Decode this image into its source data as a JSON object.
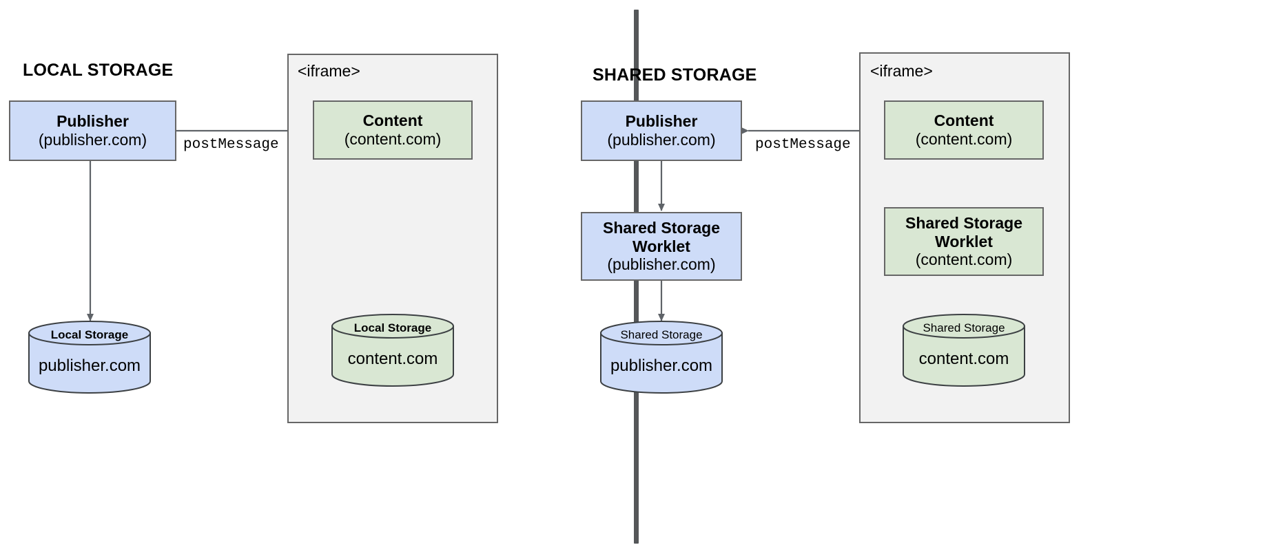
{
  "diagram": {
    "title_left": "LOCAL STORAGE",
    "title_right": "SHARED STORAGE",
    "colors": {
      "blue_fill": "#cedcf8",
      "green_fill": "#d9e7d3",
      "iframe_fill": "#f2f2f2",
      "stroke": "#666666",
      "divider": "#555759"
    }
  },
  "left_panel": {
    "heading": "LOCAL STORAGE",
    "iframe_label": "<iframe>",
    "publisher_node": {
      "title": "Publisher",
      "subtitle": "(publisher.com)"
    },
    "content_node": {
      "title": "Content",
      "subtitle": "(content.com)"
    },
    "publisher_store": {
      "cap": "Local Storage",
      "body": "publisher.com"
    },
    "content_store": {
      "cap": "Local Storage",
      "body": "content.com"
    },
    "edge_label": "postMessage"
  },
  "right_panel": {
    "heading": "SHARED STORAGE",
    "iframe_label": "<iframe>",
    "publisher_node": {
      "title": "Publisher",
      "subtitle": "(publisher.com)"
    },
    "content_node": {
      "title": "Content",
      "subtitle": "(content.com)"
    },
    "publisher_worklet": {
      "title": "Shared Storage\nWorklet",
      "subtitle": "(publisher.com)"
    },
    "content_worklet": {
      "title": "Shared Storage\nWorklet",
      "subtitle": "(content.com)"
    },
    "publisher_store": {
      "cap": "Shared Storage",
      "body": "publisher.com"
    },
    "content_store": {
      "cap": "Shared Storage",
      "body": "content.com"
    },
    "edge_label": "postMessage"
  }
}
